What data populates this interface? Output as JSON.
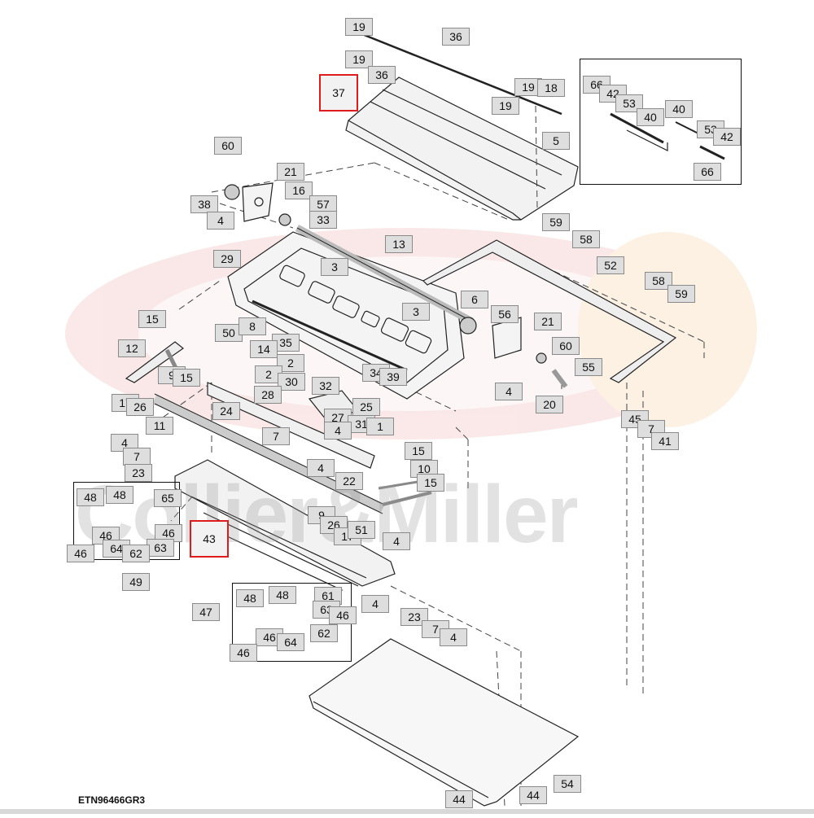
{
  "diagram": {
    "drawing_number": "ETN96466GR3",
    "watermark_text": "Collier&Miller",
    "highlight_color": "#e01b1b",
    "callouts": [
      {
        "id": "c19a",
        "label": "19"
      },
      {
        "id": "c36a",
        "label": "36"
      },
      {
        "id": "c19b",
        "label": "19"
      },
      {
        "id": "c36b",
        "label": "36"
      },
      {
        "id": "c37",
        "label": "37",
        "highlight": true
      },
      {
        "id": "c19c",
        "label": "19"
      },
      {
        "id": "c18",
        "label": "18"
      },
      {
        "id": "c19d",
        "label": "19"
      },
      {
        "id": "c5",
        "label": "5"
      },
      {
        "id": "c60a",
        "label": "60"
      },
      {
        "id": "c21a",
        "label": "21"
      },
      {
        "id": "c16",
        "label": "16"
      },
      {
        "id": "c57",
        "label": "57"
      },
      {
        "id": "c38",
        "label": "38"
      },
      {
        "id": "c4a",
        "label": "4"
      },
      {
        "id": "c33",
        "label": "33"
      },
      {
        "id": "c13",
        "label": "13"
      },
      {
        "id": "c29",
        "label": "29"
      },
      {
        "id": "c3a",
        "label": "3"
      },
      {
        "id": "c59a",
        "label": "59"
      },
      {
        "id": "c58a",
        "label": "58"
      },
      {
        "id": "c52",
        "label": "52"
      },
      {
        "id": "c58b",
        "label": "58"
      },
      {
        "id": "c59b",
        "label": "59"
      },
      {
        "id": "c6",
        "label": "6"
      },
      {
        "id": "c56",
        "label": "56"
      },
      {
        "id": "c21b",
        "label": "21"
      },
      {
        "id": "c3b",
        "label": "3"
      },
      {
        "id": "c15a",
        "label": "15"
      },
      {
        "id": "c50",
        "label": "50"
      },
      {
        "id": "c8",
        "label": "8"
      },
      {
        "id": "c35",
        "label": "35"
      },
      {
        "id": "c14",
        "label": "14"
      },
      {
        "id": "c60b",
        "label": "60"
      },
      {
        "id": "c55",
        "label": "55"
      },
      {
        "id": "c12",
        "label": "12"
      },
      {
        "id": "c2a",
        "label": "2"
      },
      {
        "id": "c34",
        "label": "34"
      },
      {
        "id": "c39",
        "label": "39"
      },
      {
        "id": "c9a",
        "label": "9"
      },
      {
        "id": "c15b",
        "label": "15"
      },
      {
        "id": "c2b",
        "label": "2"
      },
      {
        "id": "c30",
        "label": "30"
      },
      {
        "id": "c32",
        "label": "32"
      },
      {
        "id": "c4b",
        "label": "4"
      },
      {
        "id": "c20",
        "label": "20"
      },
      {
        "id": "c28",
        "label": "28"
      },
      {
        "id": "c17a",
        "label": "17"
      },
      {
        "id": "c26a",
        "label": "26"
      },
      {
        "id": "c25",
        "label": "25"
      },
      {
        "id": "c24",
        "label": "24"
      },
      {
        "id": "c27",
        "label": "27"
      },
      {
        "id": "c31",
        "label": "31"
      },
      {
        "id": "c45",
        "label": "45"
      },
      {
        "id": "c7a",
        "label": "7"
      },
      {
        "id": "c11",
        "label": "11"
      },
      {
        "id": "c1",
        "label": "1"
      },
      {
        "id": "c41",
        "label": "41"
      },
      {
        "id": "c7b",
        "label": "7"
      },
      {
        "id": "c4c",
        "label": "4"
      },
      {
        "id": "c4d",
        "label": "4"
      },
      {
        "id": "c7c",
        "label": "7"
      },
      {
        "id": "c23a",
        "label": "23"
      },
      {
        "id": "c15c",
        "label": "15"
      },
      {
        "id": "c4e",
        "label": "4"
      },
      {
        "id": "c10",
        "label": "10"
      },
      {
        "id": "c22",
        "label": "22"
      },
      {
        "id": "c15d",
        "label": "15"
      },
      {
        "id": "c48a",
        "label": "48"
      },
      {
        "id": "c48b",
        "label": "48"
      },
      {
        "id": "c65",
        "label": "65"
      },
      {
        "id": "c9b",
        "label": "9"
      },
      {
        "id": "c26b",
        "label": "26"
      },
      {
        "id": "c17b",
        "label": "17"
      },
      {
        "id": "c51",
        "label": "51"
      },
      {
        "id": "c46a",
        "label": "46"
      },
      {
        "id": "c46b",
        "label": "46"
      },
      {
        "id": "c43",
        "label": "43",
        "highlight": true
      },
      {
        "id": "c4f",
        "label": "4"
      },
      {
        "id": "c64a",
        "label": "64"
      },
      {
        "id": "c63a",
        "label": "63"
      },
      {
        "id": "c46c",
        "label": "46"
      },
      {
        "id": "c62a",
        "label": "62"
      },
      {
        "id": "c49",
        "label": "49"
      },
      {
        "id": "c48c",
        "label": "48"
      },
      {
        "id": "c48d",
        "label": "48"
      },
      {
        "id": "c61",
        "label": "61"
      },
      {
        "id": "c63b",
        "label": "63"
      },
      {
        "id": "c4g",
        "label": "4"
      },
      {
        "id": "c47",
        "label": "47"
      },
      {
        "id": "c46d",
        "label": "46"
      },
      {
        "id": "c23b",
        "label": "23"
      },
      {
        "id": "c46e",
        "label": "46"
      },
      {
        "id": "c7d",
        "label": "7"
      },
      {
        "id": "c4h",
        "label": "4"
      },
      {
        "id": "c64b",
        "label": "64"
      },
      {
        "id": "c62b",
        "label": "62"
      },
      {
        "id": "c46f",
        "label": "46"
      },
      {
        "id": "c54",
        "label": "54"
      },
      {
        "id": "c44a",
        "label": "44"
      },
      {
        "id": "c44b",
        "label": "44"
      },
      {
        "id": "c66a",
        "label": "66"
      },
      {
        "id": "c42a",
        "label": "42"
      },
      {
        "id": "c53a",
        "label": "53"
      },
      {
        "id": "c40a",
        "label": "40"
      },
      {
        "id": "c40b",
        "label": "40"
      },
      {
        "id": "c53b",
        "label": "53"
      },
      {
        "id": "c42b",
        "label": "42"
      },
      {
        "id": "c66b",
        "label": "66"
      }
    ]
  }
}
